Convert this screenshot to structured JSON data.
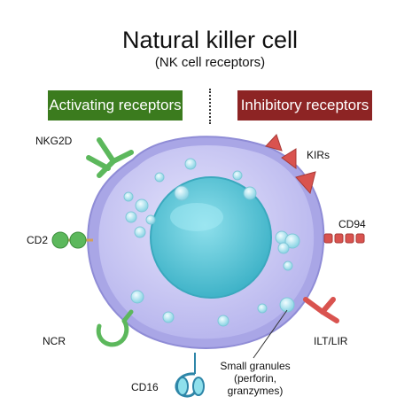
{
  "header": {
    "title": "Natural killer cell",
    "subtitle": "(NK cell receptors)"
  },
  "banners": {
    "activating": "Activating receptors",
    "inhibitory": "Inhibitory receptors"
  },
  "receptors": {
    "nkg2d": "NKG2D",
    "cd2": "CD2",
    "ncr": "NCR",
    "cd16": "CD16",
    "kirs": "KIRs",
    "cd94": "CD94",
    "ilt_lir": "ILT/LIR"
  },
  "granules_label": {
    "line1": "Small granules",
    "line2": "(perforin,",
    "line3": "granzymes)"
  },
  "colors": {
    "activating": "#3b7b1e",
    "inhibitory": "#8d2424",
    "green_receptor": "#5cb85c",
    "red_receptor": "#d9534f",
    "membrane": "#a9a6e6",
    "cytoplasm": "#c9c8f5",
    "nucleus": "#59c6d8"
  }
}
